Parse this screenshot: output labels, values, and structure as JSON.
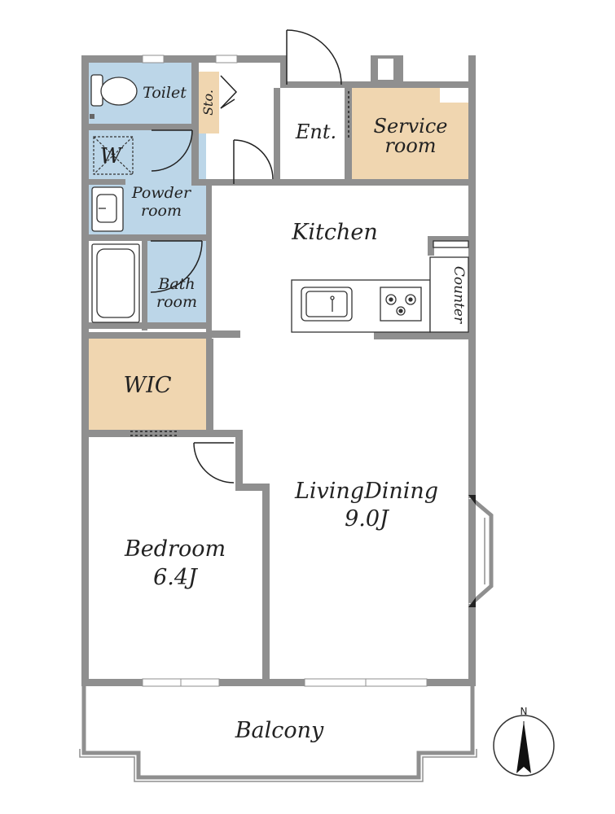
{
  "plan": {
    "colors": {
      "wall": "#8f8f8f",
      "wet_area": "#bcd6e8",
      "storage": "#f0d6b0",
      "floor": "#ffffff",
      "line": "#222222"
    },
    "rooms": {
      "toilet": "Toilet",
      "storage_short": "Sto.",
      "washer": "W",
      "powder_l1": "Powder",
      "powder_l2": "room",
      "bath_l1": "Bath",
      "bath_l2": "room",
      "entrance": "Ent.",
      "service_l1": "Service",
      "service_l2": "room",
      "kitchen": "Kitchen",
      "counter": "Counter",
      "wic": "WIC",
      "living_name": "LivingDining",
      "living_size": "9.0J",
      "bedroom_name": "Bedroom",
      "bedroom_size": "6.4J",
      "balcony": "Balcony"
    },
    "compass": {
      "label": "N",
      "icon": "north-arrow-icon"
    }
  }
}
